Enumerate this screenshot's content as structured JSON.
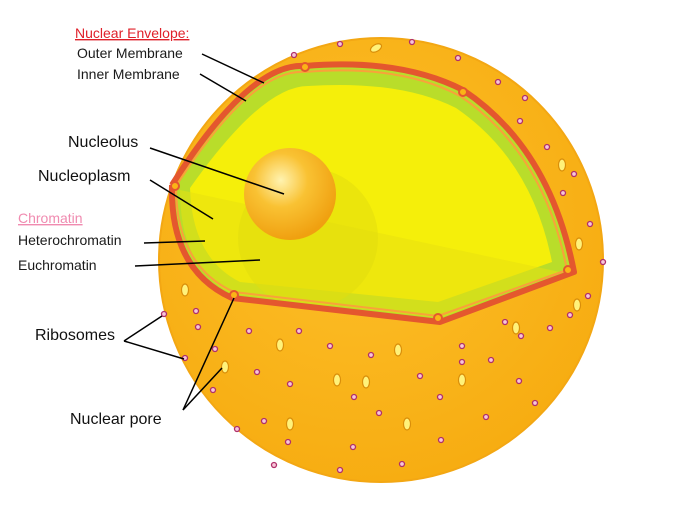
{
  "labels": {
    "nuclear_envelope": "Nuclear Envelope:",
    "outer_membrane": "Outer Membrane",
    "inner_membrane": "Inner Membrane",
    "nucleolus": "Nucleolus",
    "nucleoplasm": "Nucleoplasm",
    "chromatin": "Chromatin",
    "heterochromatin": "Heterochromatin",
    "euchromatin": "Euchromatin",
    "ribosomes": "Ribosomes",
    "nuclear_pore": "Nuclear pore"
  },
  "colors": {
    "nuclear_envelope_heading": "#e0202a",
    "chromatin_heading": "#f08bb0",
    "cell_fill": "#fbb416",
    "nucleoplasm": "#f5ef0a",
    "heterochromatin": "#b9dd2a",
    "membrane": "#e4572e",
    "nucleolus": "#f6a91a",
    "ribosome": "#b0306a"
  }
}
